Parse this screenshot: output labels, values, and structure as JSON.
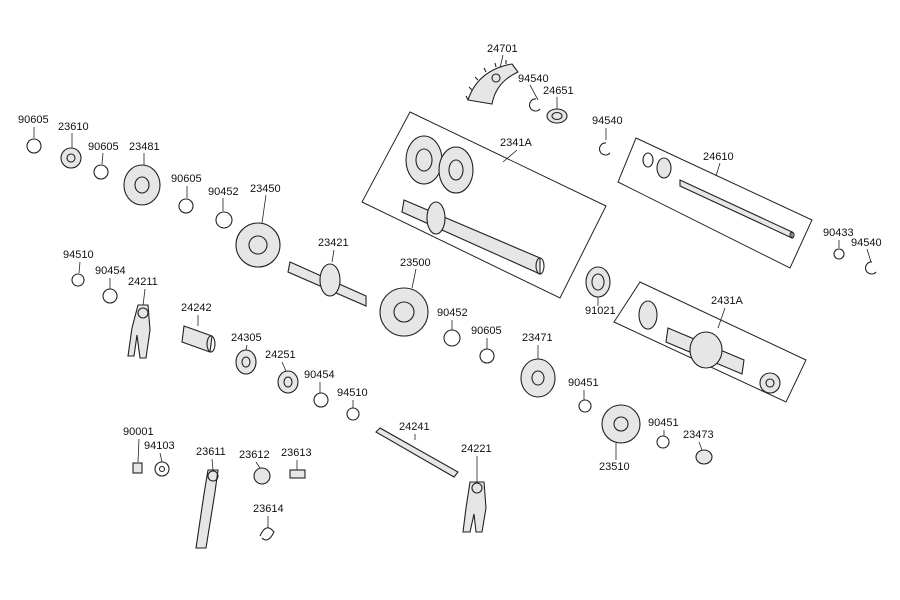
{
  "diagram": {
    "part_numbers": [
      "24701",
      "94540",
      "24651",
      "94540",
      "2341A",
      "24610",
      "90605",
      "23610",
      "90605",
      "23481",
      "90605",
      "90452",
      "23450",
      "23421",
      "90433",
      "94540",
      "94510",
      "90454",
      "24211",
      "23500",
      "91021",
      "2431A",
      "24242",
      "24305",
      "90452",
      "90605",
      "23471",
      "24251",
      "90454",
      "94510",
      "90451",
      "90451",
      "23473",
      "24241",
      "90001",
      "94103",
      "23611",
      "23612",
      "23613",
      "23614",
      "24221",
      "23510"
    ]
  }
}
